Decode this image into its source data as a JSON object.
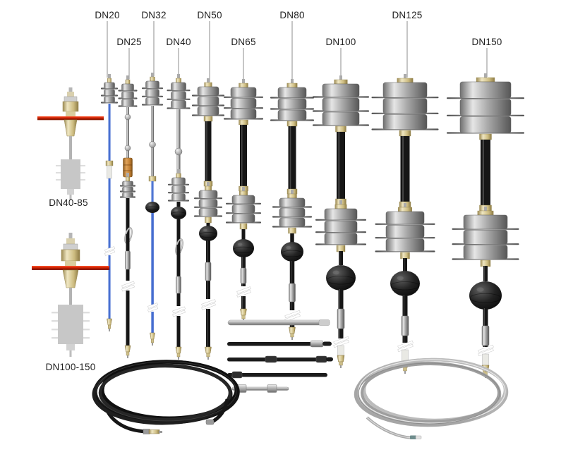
{
  "figure": {
    "description_labels_present": true
  },
  "labels": {
    "dn20": "DN20",
    "dn25": "DN25",
    "dn32": "DN32",
    "dn40": "DN40",
    "dn50": "DN50",
    "dn65": "DN65",
    "dn80": "DN80",
    "dn100": "DN100",
    "dn125": "DN125",
    "dn150": "DN150",
    "dn40_85": "DN40-85",
    "dn100_150": "DN100-150"
  },
  "colors": {
    "background": "#ffffff",
    "label_text": "#1f1f1f",
    "leader_line": "#8c8c8c",
    "blue": "#2a57c8",
    "black_hose": "#161616",
    "copper": "#c07a2e",
    "brass": "#cdbc80",
    "red_flange": "#d92b0a",
    "steel": "#a8a8a8"
  }
}
